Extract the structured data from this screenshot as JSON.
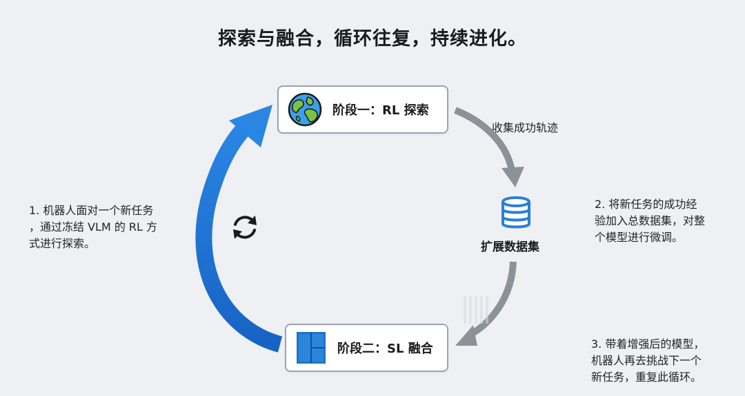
{
  "title": "探索与融合，循环往复，持续进化。",
  "stage1": {
    "label": "阶段一：RL 探索",
    "icon": "globe-icon"
  },
  "stage2": {
    "label": "阶段二：SL 融合",
    "icon": "blue-panel-icon"
  },
  "edge_collect": "收集成功轨迹",
  "dataset": {
    "label": "扩展数据集",
    "icon": "database-icon"
  },
  "center_icon": "cycle-refresh-icon",
  "notes": {
    "left": [
      "1. 机器人面对一个新任务",
      "，通过冻结 VLM 的 RL 方",
      "式进行探索。"
    ],
    "right_top": [
      "2. 将新任务的成功经",
      "验加入总数据集，对整",
      "个模型进行微调。"
    ],
    "right_bottom": [
      "3. 带着增强后的模型，",
      "机器人再去挑战下一个",
      "新任务，重复此循环。"
    ]
  },
  "colors": {
    "blue_arrow": "#1a73d6",
    "gray_arrow": "#8c929a",
    "db_blue": "#2b7fd6",
    "background": "#eef0f4"
  }
}
